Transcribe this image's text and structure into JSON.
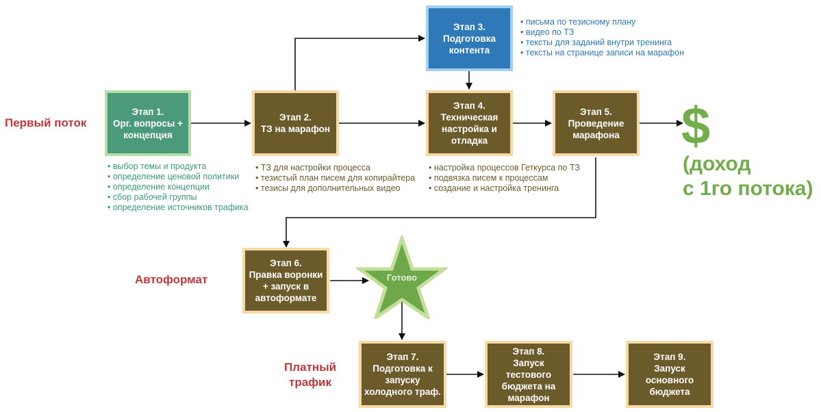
{
  "rows": {
    "first_stream": "Первый поток",
    "autoformat": "Автоформат",
    "paid_traffic": "Платный\nтрафик"
  },
  "stages": {
    "s1": "Этап 1.\nОрг. вопросы +\nконцепция",
    "s2": "Этап 2.\nТЗ на марафон",
    "s3": "Этап 3.\nПодготовка\nконтента",
    "s4": "Этап 4.\nТехническая\nнастройка и\nотладка",
    "s5": "Этап 5.\nПроведение\nмарафона",
    "s6": "Этап 6.\nПравка воронки\n+ запуск в\nавтоформате",
    "s7": "Этап 7.\nПодготовка к\nзапуску\nхолодного траф.",
    "s8": "Этап 8.\nЗапуск\nтестового\nбюджета на\nмарафон",
    "s9": "Этап 9.\nЗапуск\nосновного\nбюджета"
  },
  "notes": {
    "s1": [
      "выбор темы и продукта",
      "определение ценовой политики",
      "определение концепции",
      "сбор рабочей группы",
      "определение источников трафика"
    ],
    "s2": [
      "ТЗ для настройки процесса",
      "тезистый план писем для копирайтера",
      "тезисы для дополнительных видео"
    ],
    "s3": [
      "письма по тезисному плану",
      "видео по ТЗ",
      "тексты для заданий внутри тренинга",
      "тексты на странице записи на марафон"
    ],
    "s4": [
      "настройка процессов Геткурса по ТЗ",
      "подвязка писем к  процессам",
      "создание и настройка тренинга"
    ]
  },
  "result": {
    "dollar": "$",
    "income": "(доход\nс 1го потока)"
  },
  "star_label": "Готово",
  "colors": {
    "stage_fill": "#6b5a2a",
    "stage_border": "#f6d9a6",
    "stage1_fill": "#4b9a7c",
    "stage3_fill": "#2f79b9",
    "label_red": "#c0393b",
    "accent_green": "#72ad4b"
  }
}
